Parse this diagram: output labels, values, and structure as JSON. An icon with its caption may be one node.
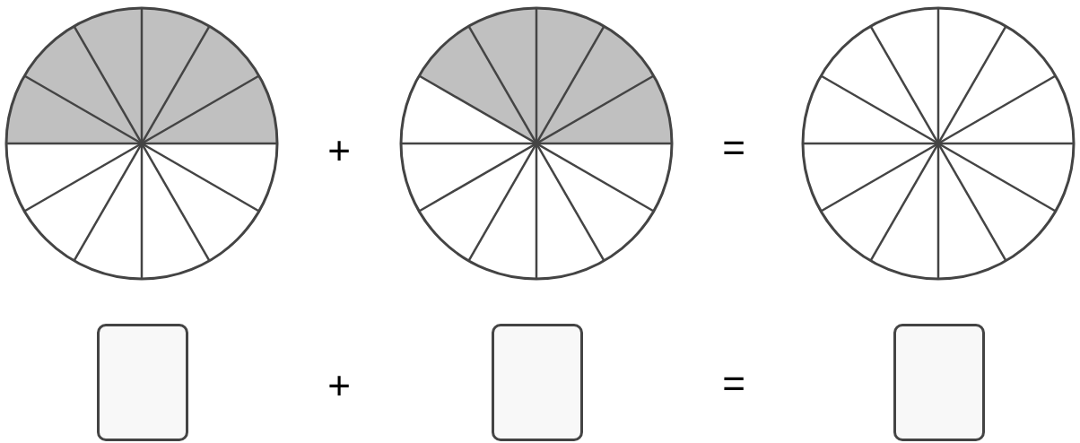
{
  "diagram": {
    "nodes": [
      {
        "text": [],
        "shape": "circle"
      },
      {
        "text": [],
        "shape": "circle"
      },
      {
        "text": [],
        "shape": "circle"
      },
      {
        "text": [],
        "shape": "box"
      },
      {
        "text": [],
        "shape": "box"
      },
      {
        "text": [],
        "shape": "box"
      }
    ],
    "labels": [
      "+",
      "=",
      "+",
      "="
    ]
  }
}
